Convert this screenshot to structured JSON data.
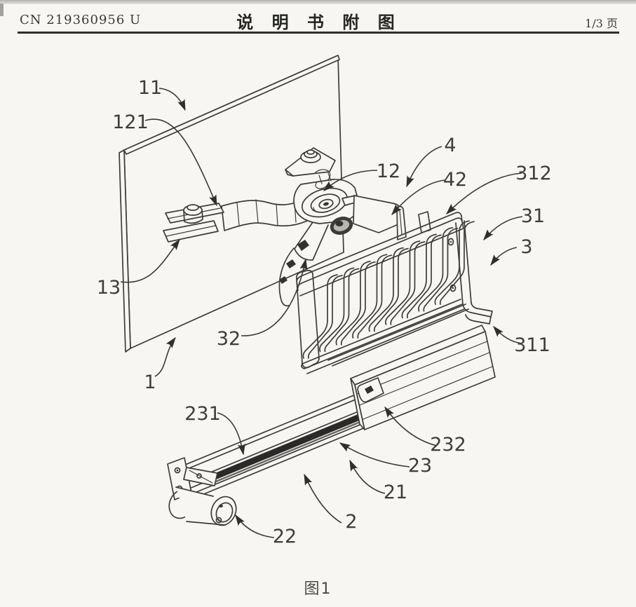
{
  "header": {
    "patent_number": "CN 219360956 U",
    "title": "说 明 书 附 图",
    "page_number": "1/3 页"
  },
  "figure": {
    "caption": "图1",
    "labels": [
      {
        "text": "11"
      },
      {
        "text": "121"
      },
      {
        "text": "13"
      },
      {
        "text": "1"
      },
      {
        "text": "12"
      },
      {
        "text": "4"
      },
      {
        "text": "42"
      },
      {
        "text": "312"
      },
      {
        "text": "31"
      },
      {
        "text": "3"
      },
      {
        "text": "311"
      },
      {
        "text": "32"
      },
      {
        "text": "231"
      },
      {
        "text": "232"
      },
      {
        "text": "23"
      },
      {
        "text": "21"
      },
      {
        "text": "2"
      },
      {
        "text": "22"
      }
    ]
  }
}
